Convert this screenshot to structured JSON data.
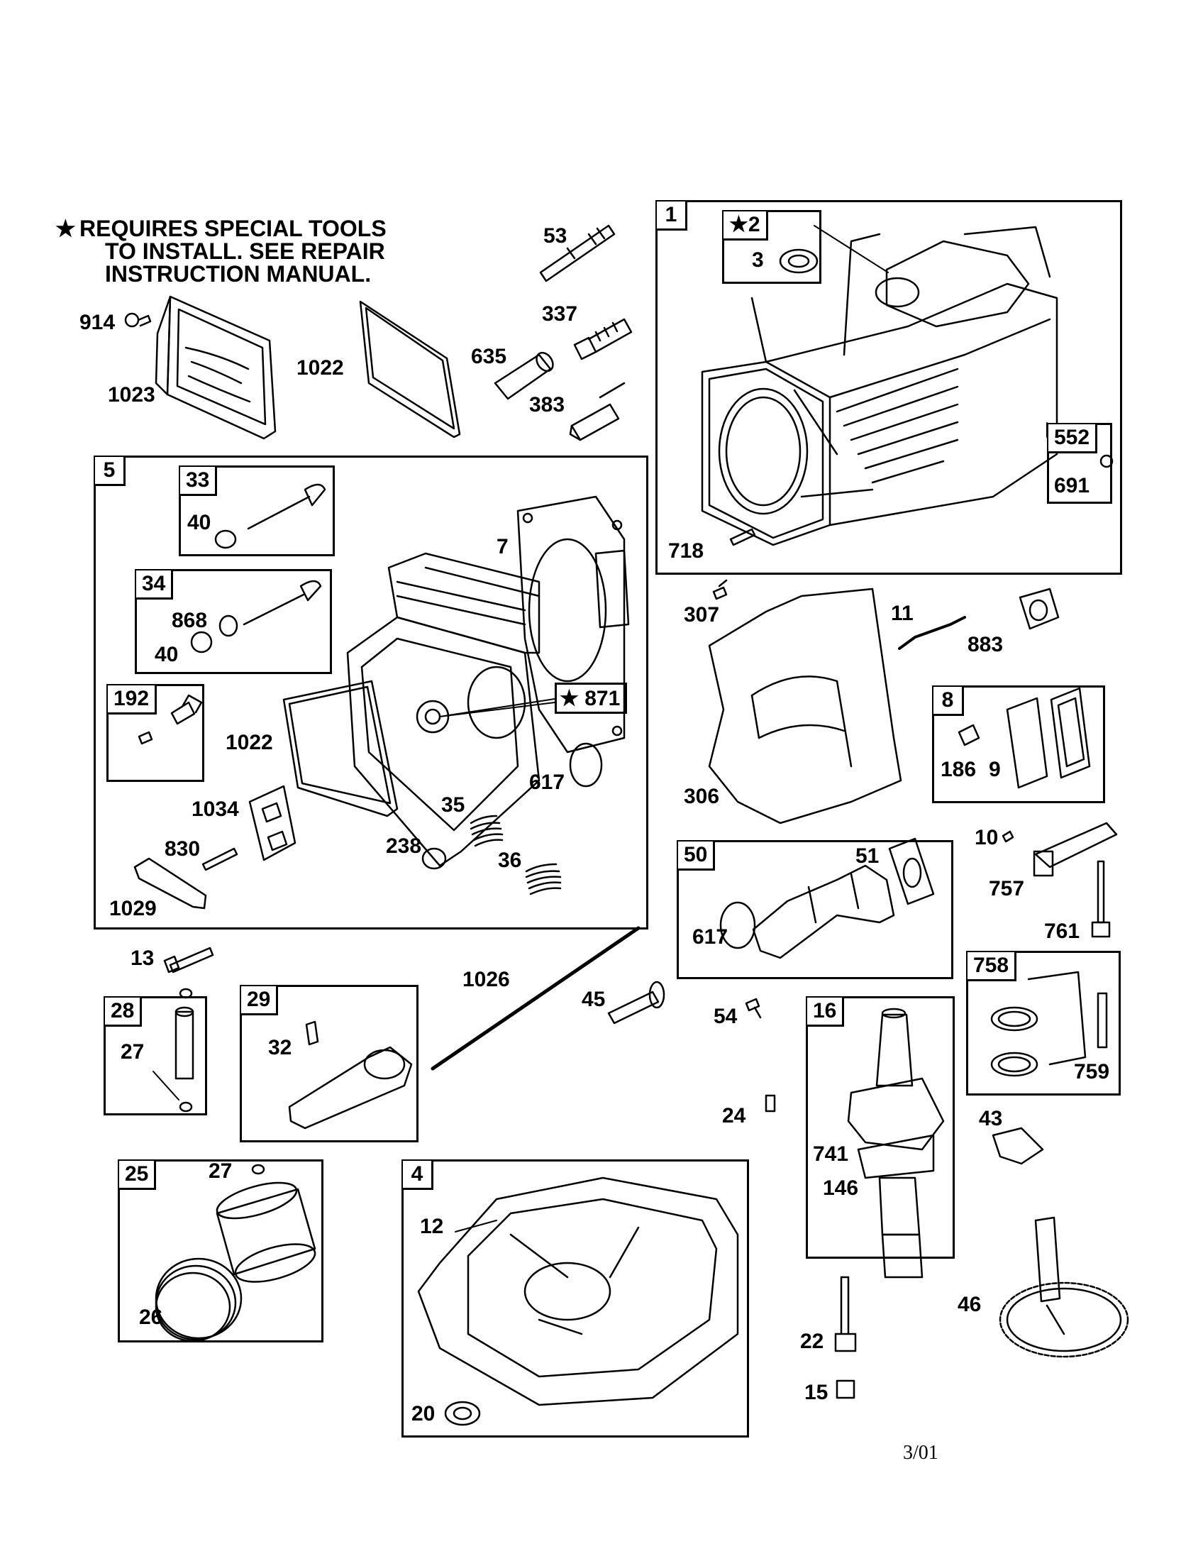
{
  "notice": {
    "star": "★",
    "lines": [
      "REQUIRES SPECIAL TOOLS",
      "TO INSTALL.  SEE REPAIR",
      "INSTRUCTION MANUAL."
    ]
  },
  "footer": {
    "date": "3/01"
  },
  "boxes": {
    "b1": "1",
    "b2": "★2",
    "b552": "552",
    "b5": "5",
    "b33": "33",
    "b34": "34",
    "b192": "192",
    "b871": "★ 871",
    "b8": "8",
    "b50": "50",
    "b758": "758",
    "b28": "28",
    "b29": "29",
    "b16": "16",
    "b25": "25",
    "b4": "4"
  },
  "labels": {
    "l53": "53",
    "l914": "914",
    "l1023": "1023",
    "l1022a": "1022",
    "l337": "337",
    "l635": "635",
    "l383": "383",
    "l3": "3",
    "l691": "691",
    "l718": "718",
    "l40a": "40",
    "l7": "7",
    "l868": "868",
    "l40b": "40",
    "l1022b": "1022",
    "l617a": "617",
    "l1034": "1034",
    "l35": "35",
    "l830": "830",
    "l238": "238",
    "l36": "36",
    "l1029": "1029",
    "l307": "307",
    "l11": "11",
    "l883": "883",
    "l186": "186",
    "l9": "9",
    "l306": "306",
    "l10": "10",
    "l757": "757",
    "l51": "51",
    "l617b": "617",
    "l761": "761",
    "l13": "13",
    "l1026": "1026",
    "l45": "45",
    "l54": "54",
    "l27a": "27",
    "l32": "32",
    "l759": "759",
    "l24": "24",
    "l43": "43",
    "l741": "741",
    "l146": "146",
    "l27b": "27",
    "l12": "12",
    "l46": "46",
    "l26": "26",
    "l22": "22",
    "l15": "15",
    "l20": "20"
  }
}
